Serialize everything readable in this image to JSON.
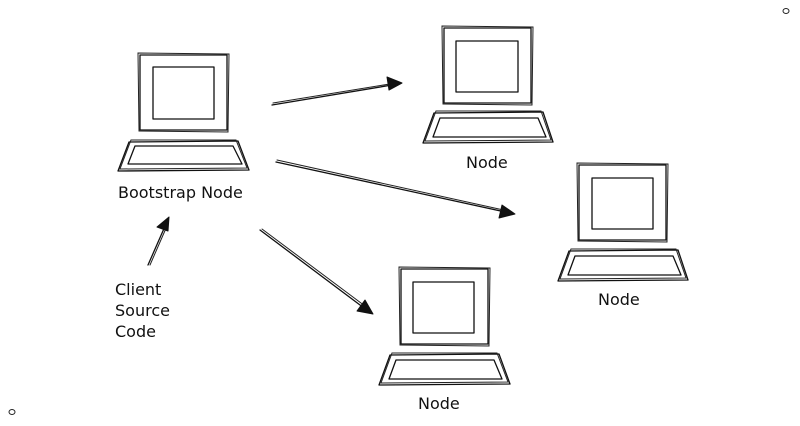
{
  "labels": {
    "bootstrap": "Bootstrap Node",
    "node_top": "Node",
    "node_right": "Node",
    "node_bottom": "Node",
    "client_line1": "Client",
    "client_line2": "Source",
    "client_line3": "Code"
  },
  "icons": {
    "computer": "computer-icon",
    "arrow": "arrow-icon"
  }
}
